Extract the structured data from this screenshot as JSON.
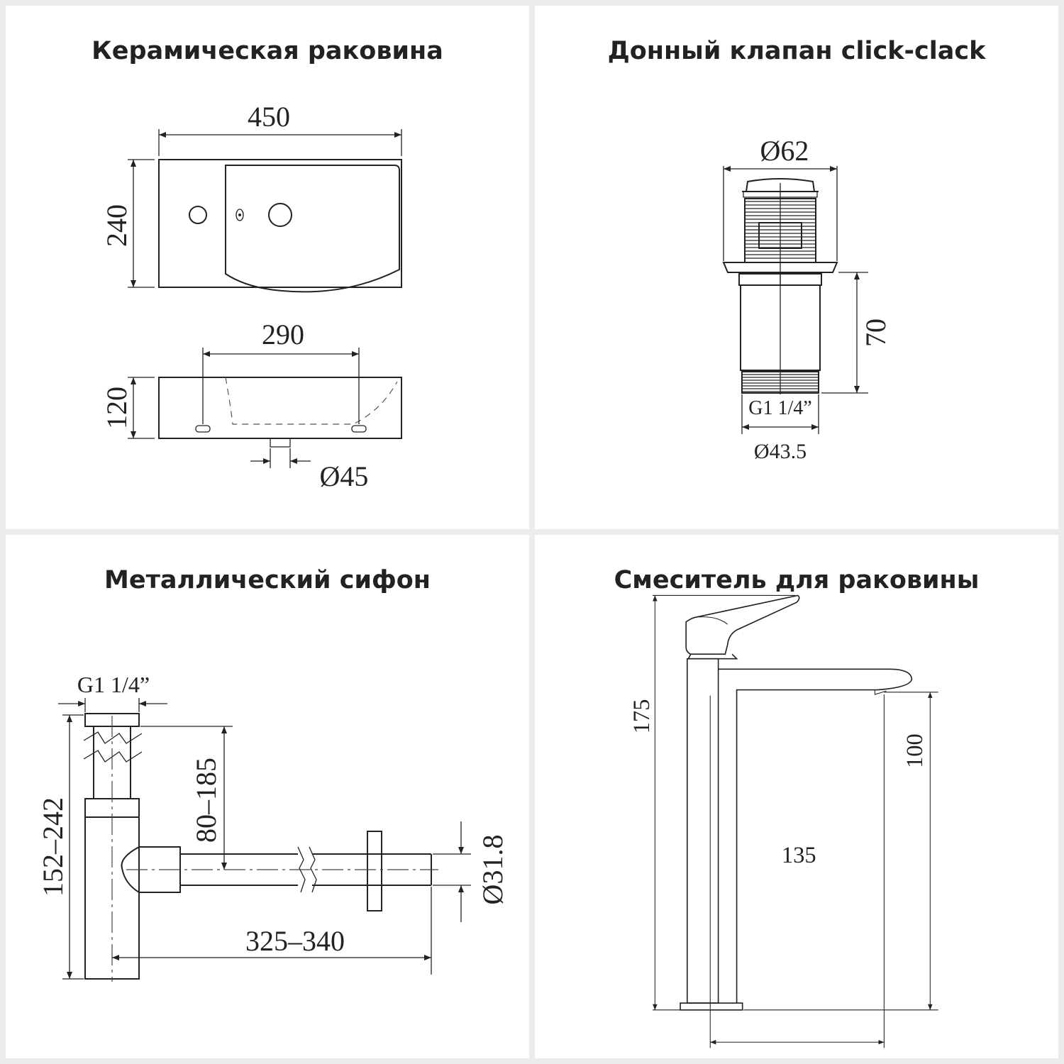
{
  "panels": {
    "sink": {
      "title": "Керамическая раковина",
      "dims": {
        "width": "450",
        "height": "240",
        "inner_width": "290",
        "depth": "120",
        "drain": "Ø45"
      }
    },
    "valve": {
      "title": "Донный клапан click-clack",
      "dims": {
        "cap": "Ø62",
        "height": "70",
        "thread": "G1 1/4”",
        "outer": "Ø43.5"
      }
    },
    "siphon": {
      "title": "Металлический сифон",
      "dims": {
        "thread": "G1 1/4”",
        "height_range": "152–242",
        "offset_range": "80–185",
        "length_range": "325–340",
        "pipe": "Ø31.8"
      }
    },
    "faucet": {
      "title": "Смеситель для раковины",
      "dims": {
        "height": "175",
        "spout_height": "100",
        "reach": "135"
      }
    }
  }
}
